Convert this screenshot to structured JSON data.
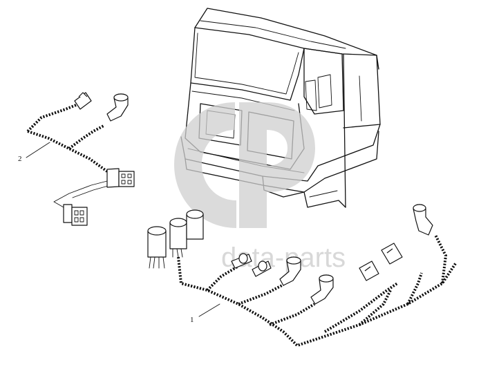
{
  "diagram": {
    "callouts": [
      {
        "id": "1",
        "label": "1"
      },
      {
        "id": "2",
        "label": "2"
      }
    ]
  },
  "watermark": {
    "text": "data-parts",
    "logo": "gp-logo-watermark"
  },
  "colors": {
    "line": "#111111",
    "watermark": "#cfcfcf",
    "background": "#ffffff"
  }
}
